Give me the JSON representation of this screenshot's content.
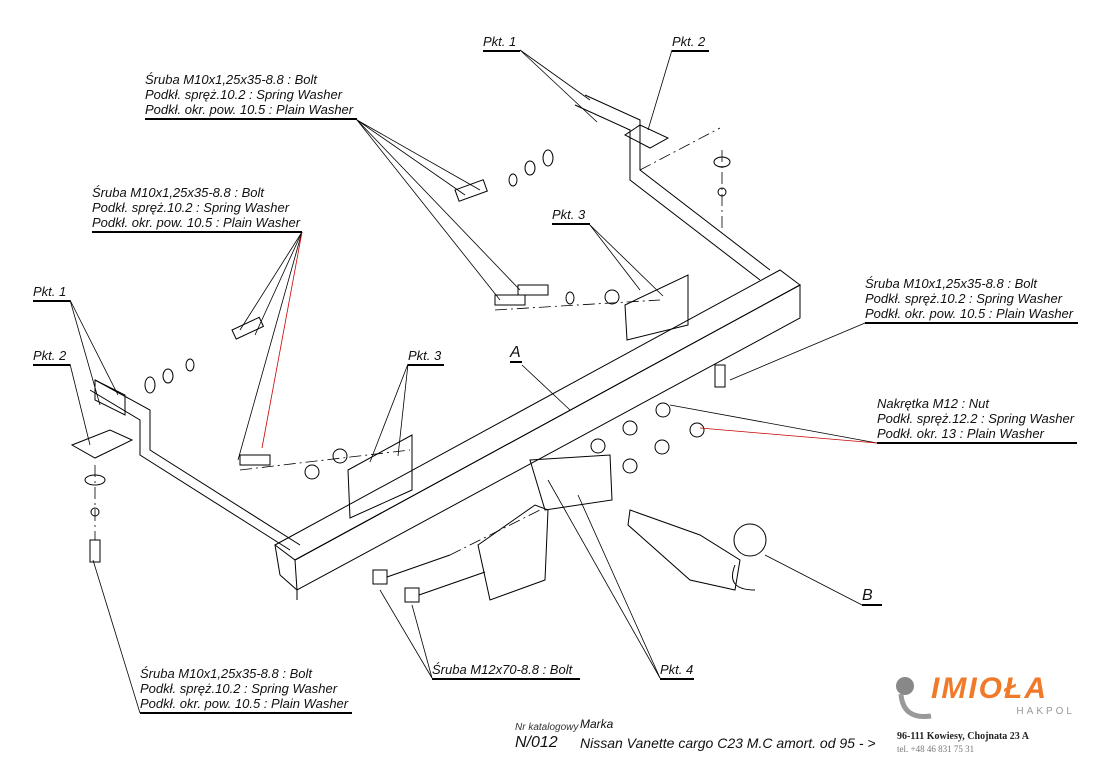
{
  "labels": {
    "pkt1_top": "Pkt. 1",
    "pkt2_top": "Pkt. 2",
    "pkt3_top": "Pkt. 3",
    "pkt1_left": "Pkt. 1",
    "pkt2_left": "Pkt. 2",
    "pkt3_mid": "Pkt. 3",
    "pkt4": "Pkt. 4",
    "a": "A",
    "b": "B",
    "bolt_m12": "Śruba M12x70-8.8 :  Bolt"
  },
  "bolt_groups": [
    {
      "lines": [
        "Śruba M10x1,25x35-8.8 :  Bolt",
        "Podkł. spręż.10.2 : Spring Washer",
        "Podkł. okr. pow. 10.5 : Plain Washer"
      ]
    },
    {
      "lines": [
        "Śruba M10x1,25x35-8.8 :  Bolt",
        "Podkł. spręż.10.2 : Spring Washer",
        "Podkł. okr. pow. 10.5 : Plain Washer"
      ]
    },
    {
      "lines": [
        "Śruba M10x1,25x35-8.8 :  Bolt",
        "Podkł. spręż.10.2 : Spring Washer",
        "Podkł. okr. pow. 10.5 : Plain Washer"
      ]
    },
    {
      "lines": [
        "Nakrętka  M12 : Nut",
        "Podkł. spręż.12.2 : Spring Washer",
        "Podkł. okr. 13 : Plain Washer"
      ]
    },
    {
      "lines": [
        "Śruba M10x1,25x35-8.8 :  Bolt",
        "Podkł. spręż.10.2 : Spring Washer",
        "Podkł. okr. pow. 10.5 : Plain Washer"
      ]
    }
  ],
  "footer": {
    "catalog_label": "Nr katalogowy",
    "brand_label": "Marka",
    "catalog_no": "N/012",
    "model": "Nissan Vanette cargo C23 M.C amort.   od  95 - >",
    "address": "96-111 Kowiesy, Chojnata 23 A",
    "phone": "tel. +48 46 831 75 31"
  },
  "logo": {
    "word": "IMIOŁA",
    "sub": "HAKPOL",
    "color": "#f07a2a"
  }
}
